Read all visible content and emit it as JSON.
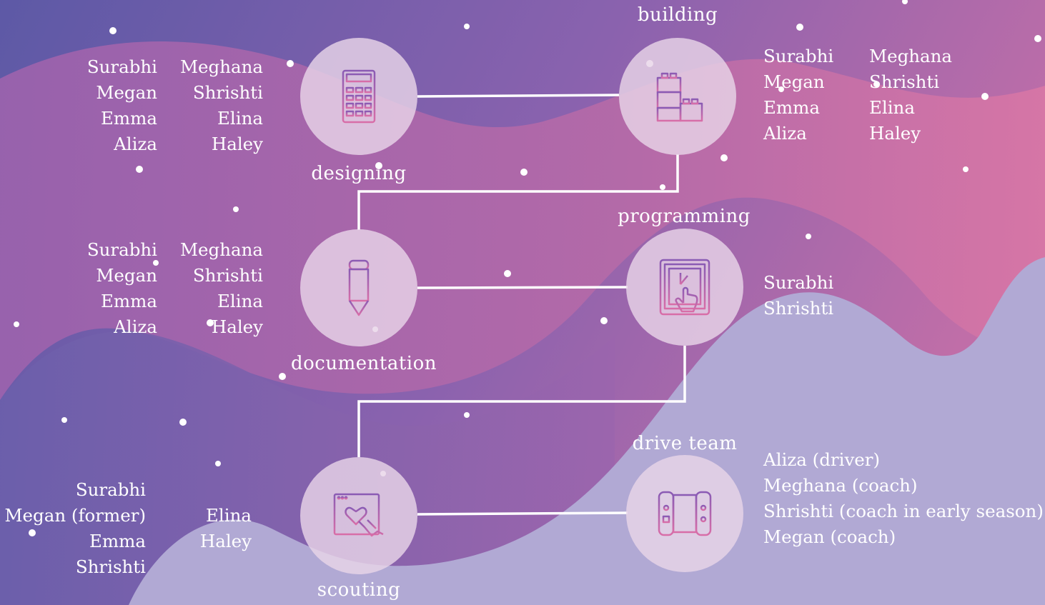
{
  "colors": {
    "bg_left": "#5f5aa8",
    "bg_mid": "#a76bb0",
    "bg_right": "#d676a8",
    "lavender": "#b1a9d4",
    "line": "#ffffff",
    "node_fill": "#e8d4e8",
    "icon_start": "#8a5bb4",
    "icon_end": "#d86ea8"
  },
  "nodes": {
    "designing": {
      "label": "designing",
      "icon": "calculator-icon"
    },
    "building": {
      "label": "building",
      "icon": "blocks-icon"
    },
    "documentation": {
      "label": "documentation",
      "icon": "pencil-icon"
    },
    "programming": {
      "label": "programming",
      "icon": "tablet-touch-icon"
    },
    "scouting": {
      "label": "scouting",
      "icon": "browser-heart-icon"
    },
    "drive_team": {
      "label": "drive team",
      "icon": "game-controller-icon"
    }
  },
  "members": {
    "designing": {
      "col1": [
        "Surabhi",
        "Megan",
        "Emma",
        "Aliza"
      ],
      "col2": [
        "Meghana",
        "Shrishti",
        "Elina",
        "Haley"
      ]
    },
    "building": {
      "col1": [
        "Surabhi",
        "Megan",
        "Emma",
        "Aliza"
      ],
      "col2": [
        "Meghana",
        "Shrishti",
        "Elina",
        "Haley"
      ]
    },
    "documentation": {
      "col1": [
        "Surabhi",
        "Megan",
        "Emma",
        "Aliza"
      ],
      "col2": [
        "Meghana",
        "Shrishti",
        "Elina",
        "Haley"
      ]
    },
    "programming": [
      "Surabhi",
      "Shrishti"
    ],
    "scouting": {
      "col1": [
        "Surabhi",
        "Megan (former)",
        "Emma",
        "Shrishti"
      ],
      "col2": [
        "Elina",
        "Haley"
      ]
    },
    "drive_team": [
      "Aliza (driver)",
      "Meghana (coach)",
      "Shrishti (coach in early season)",
      "Megan (coach)"
    ]
  }
}
